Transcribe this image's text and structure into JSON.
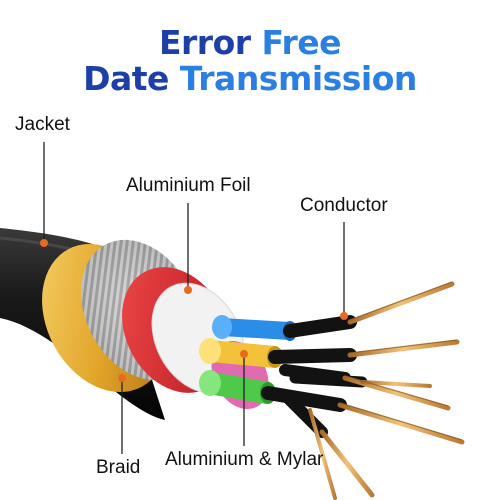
{
  "title": {
    "line1": {
      "word1": "Error",
      "word2": "Free"
    },
    "line2": {
      "word1": "Date",
      "word2": "Transmission"
    }
  },
  "labels": {
    "jacket": "Jacket",
    "foil": "Aluminium Foil",
    "conductor": "Conductor",
    "braid": "Braid",
    "mylar": "Aluminium & Mylar"
  },
  "colors": {
    "title_dark": "#1f3fa8",
    "title_light": "#2b7fe0",
    "jacket": "#141414",
    "gold": "#e2a52a",
    "red": "#d8202a",
    "marker": "#e86a1e",
    "copper": "#d49a55"
  }
}
